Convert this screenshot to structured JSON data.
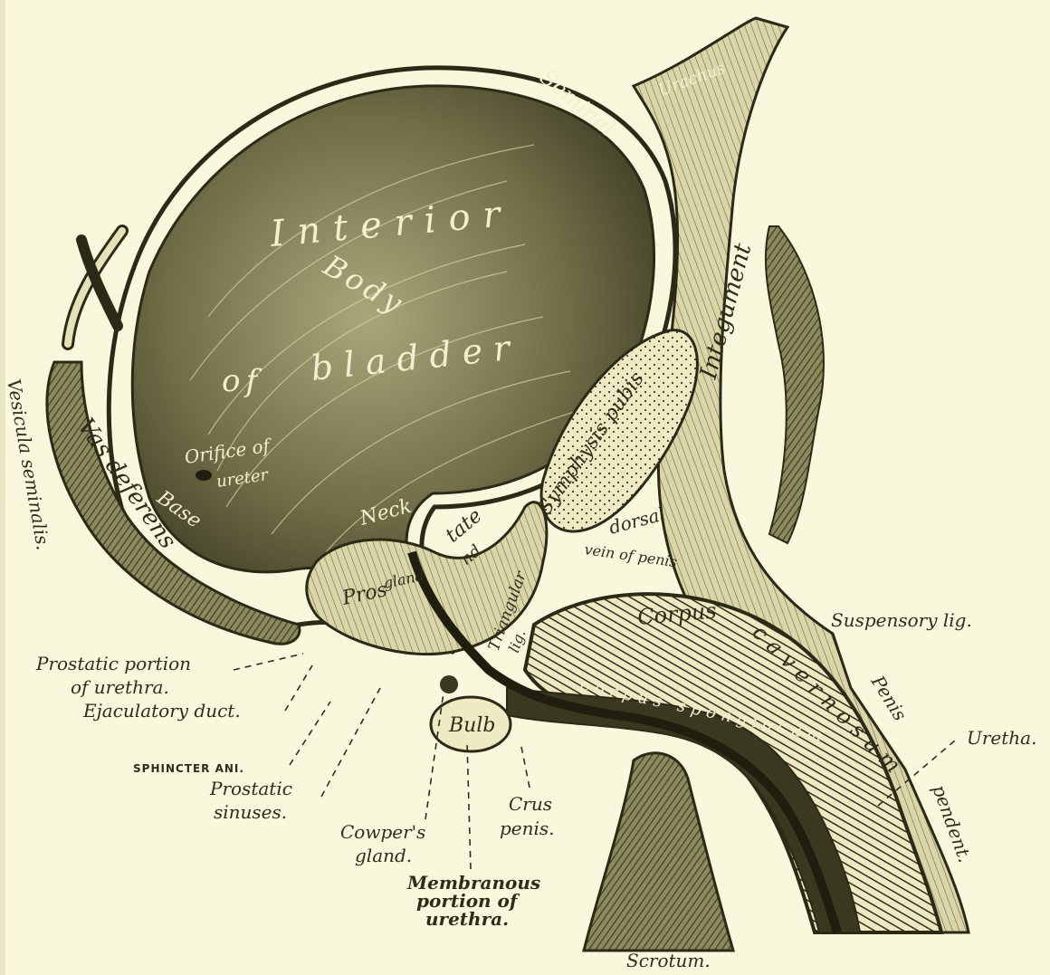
{
  "colors": {
    "paper": "#faf8dc",
    "ink": "#2a2a16",
    "shade": "#5d5c3a",
    "light": "#e6e2b8"
  },
  "labels": {
    "interior": "Interior",
    "body": "Body",
    "of": "of",
    "bladder": "bladder",
    "seminal": "Seminal",
    "urachus": "Urachus",
    "integument": "Integument",
    "symphysis_pubis": "Symphysis pubis",
    "orifice_of": "Orifice of",
    "ureter": "ureter",
    "neck": "Neck",
    "base": "Base",
    "vas_deferens": "Vas deferens",
    "vesicula_seminalis": "Vesicula seminalis.",
    "prostate_pros": "Pros",
    "prostate_gland": "gland",
    "prostate_tate": "tate",
    "prostate_nd": "nd",
    "dorsal": "dorsal",
    "vein_of_penis": "vein of penis",
    "triangular": "Triangular",
    "lig": "lig.",
    "corpus": "Corpus",
    "cavernosum": "cavernosum",
    "spongiosum": "corpus spongiosum",
    "suspensory_lig": "Suspensory lig.",
    "penis": "Penis",
    "pendent": "pendent.",
    "uretha": "Uretha.",
    "prostatic_portion_1": "Prostatic portion",
    "prostatic_portion_2": "of urethra.",
    "ejaculatory_duct": "Ejaculatory duct.",
    "sphincter_ani": "SPHINCTER ANI.",
    "prostatic_sinuses_1": "Prostatic",
    "prostatic_sinuses_2": "sinuses.",
    "bulb": "Bulb",
    "cowpers_1": "Cowper's",
    "cowpers_2": "gland.",
    "crus_1": "Crus",
    "crus_2": "penis.",
    "membranous_1": "Membranous",
    "membranous_2": "portion of",
    "membranous_3": "urethra.",
    "scrotum": "Scrotum."
  }
}
